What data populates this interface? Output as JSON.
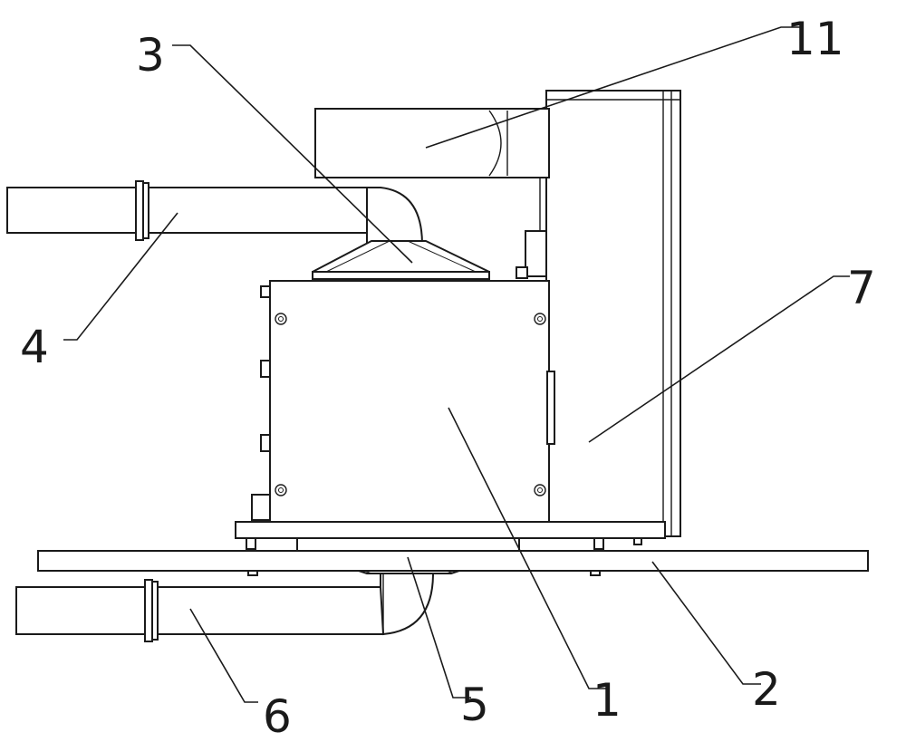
{
  "labels": {
    "l1": "1",
    "l2": "2",
    "l3": "3",
    "l4": "4",
    "l5": "5",
    "l6": "6",
    "l7": "7",
    "l11": "11"
  }
}
